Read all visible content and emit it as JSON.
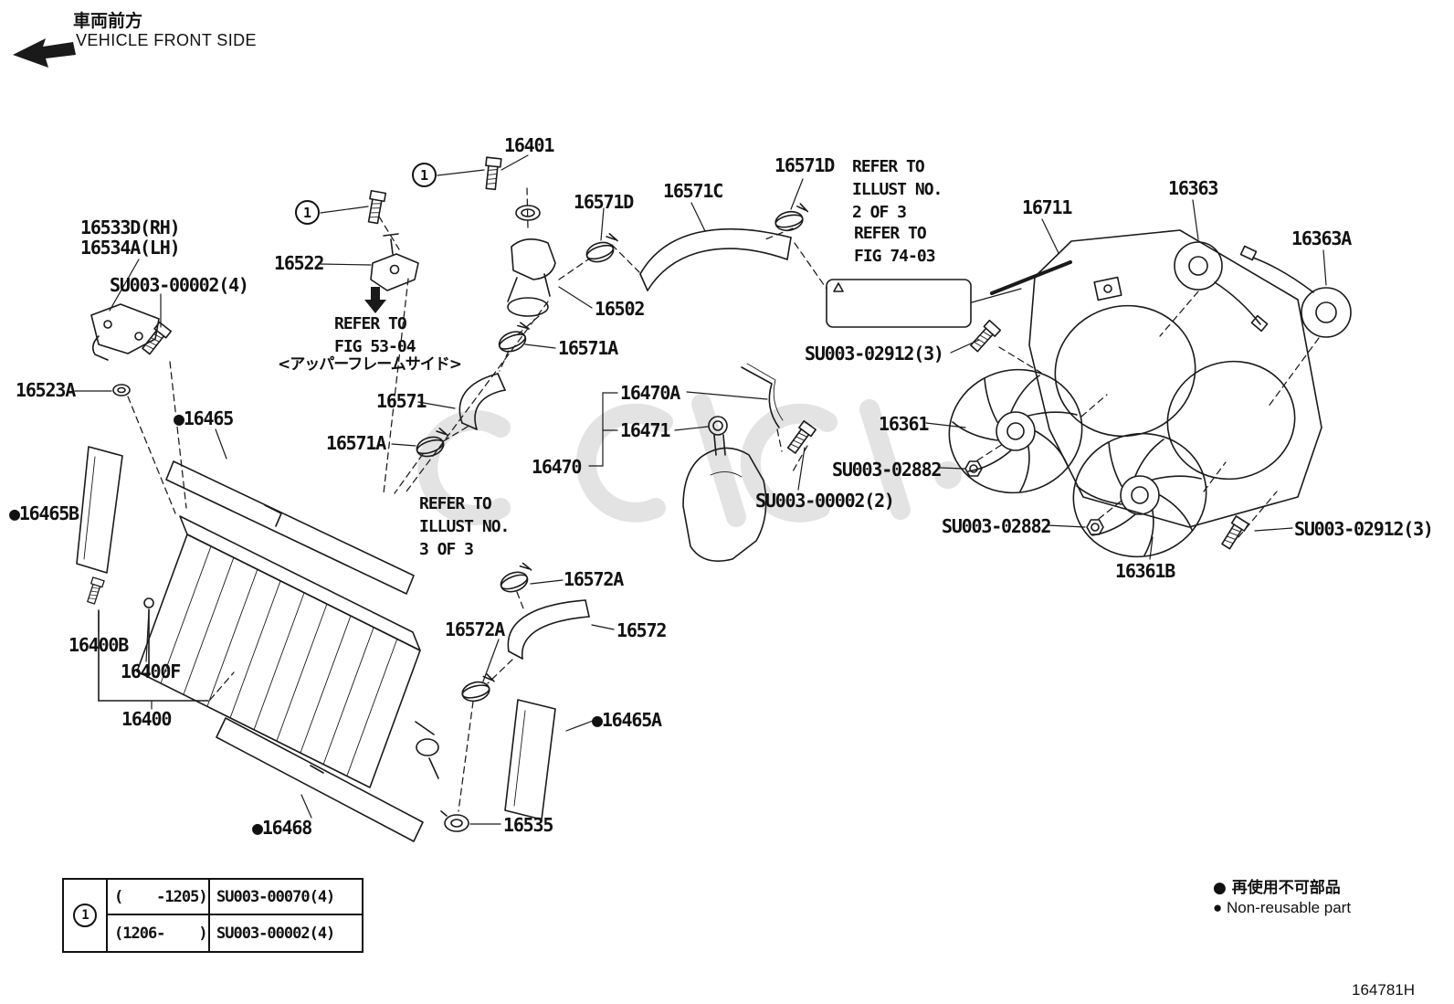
{
  "page": {
    "drawing_code": "164781H"
  },
  "header": {
    "front_jp": "車両前方",
    "front_en": "VEHICLE FRONT SIDE"
  },
  "callout": {
    "symbol": "1"
  },
  "notes": {
    "refer_illust_2": "REFER TO\nILLUST NO.\n2 OF 3",
    "refer_fig_74_03": "REFER TO\nFIG 74-03",
    "refer_fig_53_04": "REFER TO\nFIG 53-04",
    "upper_frame_side": "<アッパーフレームサイド>",
    "refer_illust_3": "REFER TO\nILLUST NO.\n3 OF 3"
  },
  "labels": {
    "p16401": "16401",
    "p16571d_a": "16571D",
    "p16571c": "16571C",
    "p16571d_b": "16571D",
    "p16711": "16711",
    "p16363": "16363",
    "p16363a": "16363A",
    "p16533d": "16533D(RH)",
    "p16534a": "16534A(LH)",
    "su003_00002_4": "SU003-00002(4)",
    "p16522": "16522",
    "p16502": "16502",
    "p16571a_a": "16571A",
    "p16523a": "16523A",
    "p16465": "●16465",
    "p16571": "16571",
    "p16470a": "16470A",
    "p16471": "16471",
    "p16571a_b": "16571A",
    "p16470": "16470",
    "p16361": "16361",
    "su003_02912_3_a": "SU003-02912(3)",
    "su003_02882_a": "SU003-02882",
    "su003_00002_2": "SU003-00002(2)",
    "su003_02882_b": "SU003-02882",
    "su003_02912_3_b": "SU003-02912(3)",
    "p16361b": "16361B",
    "p16465b": "●16465B",
    "p16572a_a": "16572A",
    "p16572a_b": "16572A",
    "p16572": "16572",
    "p16400b": "16400B",
    "p16400f": "16400F",
    "p16400": "16400",
    "p16465a": "●16465A",
    "p16468": "●16468",
    "p16535": "16535"
  },
  "table": {
    "symbol": "1",
    "rows": [
      {
        "range": "(    -1205)",
        "part": "SU003-00070(4)"
      },
      {
        "range": "(1206-    )",
        "part": "SU003-00002(4)"
      }
    ]
  },
  "legend": {
    "jp": "● 再使用不可部品",
    "en": "● Non-reusable part"
  }
}
